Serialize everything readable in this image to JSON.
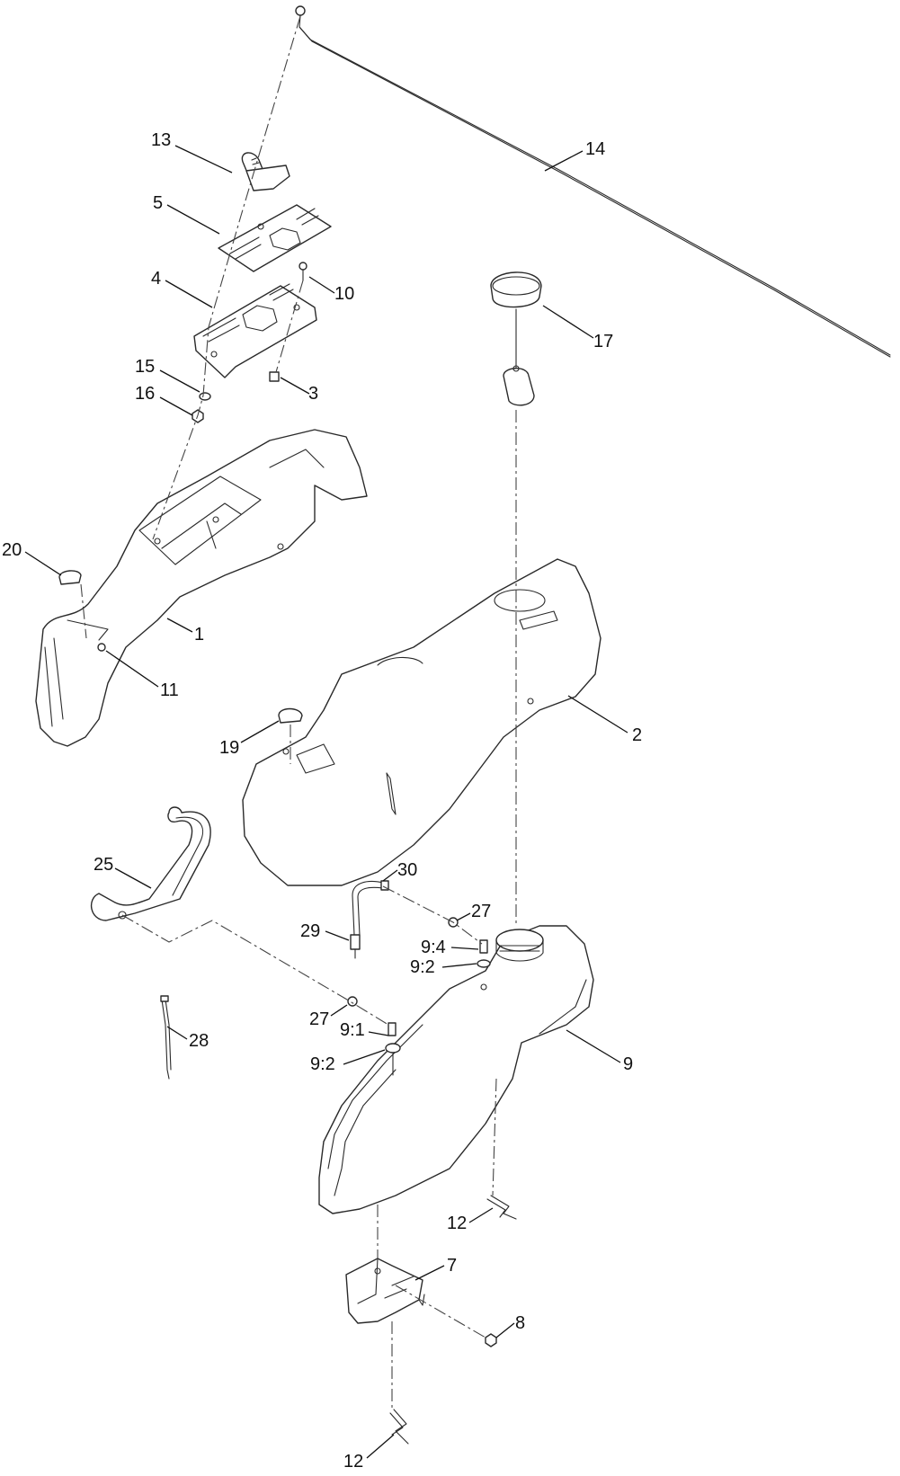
{
  "callouts": [
    {
      "id": "c1",
      "text": "1"
    },
    {
      "id": "c2",
      "text": "2"
    },
    {
      "id": "c3",
      "text": "3"
    },
    {
      "id": "c4",
      "text": "4"
    },
    {
      "id": "c5",
      "text": "5"
    },
    {
      "id": "c7",
      "text": "7"
    },
    {
      "id": "c8",
      "text": "8"
    },
    {
      "id": "c9",
      "text": "9"
    },
    {
      "id": "c9_1",
      "text": "9:1"
    },
    {
      "id": "c9_2a",
      "text": "9:2"
    },
    {
      "id": "c9_2b",
      "text": "9:2"
    },
    {
      "id": "c9_4",
      "text": "9:4"
    },
    {
      "id": "c10",
      "text": "10"
    },
    {
      "id": "c11",
      "text": "11"
    },
    {
      "id": "c12a",
      "text": "12"
    },
    {
      "id": "c12b",
      "text": "12"
    },
    {
      "id": "c13",
      "text": "13"
    },
    {
      "id": "c14",
      "text": "14"
    },
    {
      "id": "c15",
      "text": "15"
    },
    {
      "id": "c16",
      "text": "16"
    },
    {
      "id": "c17",
      "text": "17"
    },
    {
      "id": "c19",
      "text": "19"
    },
    {
      "id": "c20",
      "text": "20"
    },
    {
      "id": "c25",
      "text": "25"
    },
    {
      "id": "c27a",
      "text": "27"
    },
    {
      "id": "c27b",
      "text": "27"
    },
    {
      "id": "c28",
      "text": "28"
    },
    {
      "id": "c29",
      "text": "29"
    },
    {
      "id": "c30",
      "text": "30"
    }
  ]
}
